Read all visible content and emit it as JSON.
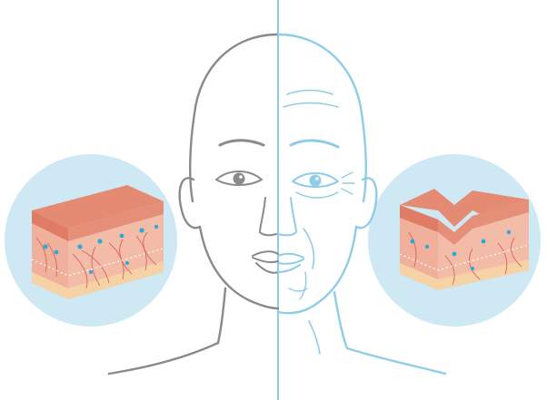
{
  "illustration": {
    "left_face": {
      "tone": "young",
      "line_color": "#8a8a8a"
    },
    "right_face": {
      "tone": "aged",
      "line_color": "#8fcde6"
    },
    "divider_color": "#8fcde6",
    "left_skin_panel": {
      "state": "smooth",
      "bg": "#cfe9f4"
    },
    "right_skin_panel": {
      "state": "wrinkled",
      "bg": "#cfe9f4"
    },
    "colors": {
      "epidermis": "#e9927a",
      "epidermis_dark": "#d67b63",
      "dermis": "#f4b9a4",
      "fiber": "#e06c5c",
      "cell": "#2fa8d8",
      "fat": "#f7d7a8"
    }
  }
}
